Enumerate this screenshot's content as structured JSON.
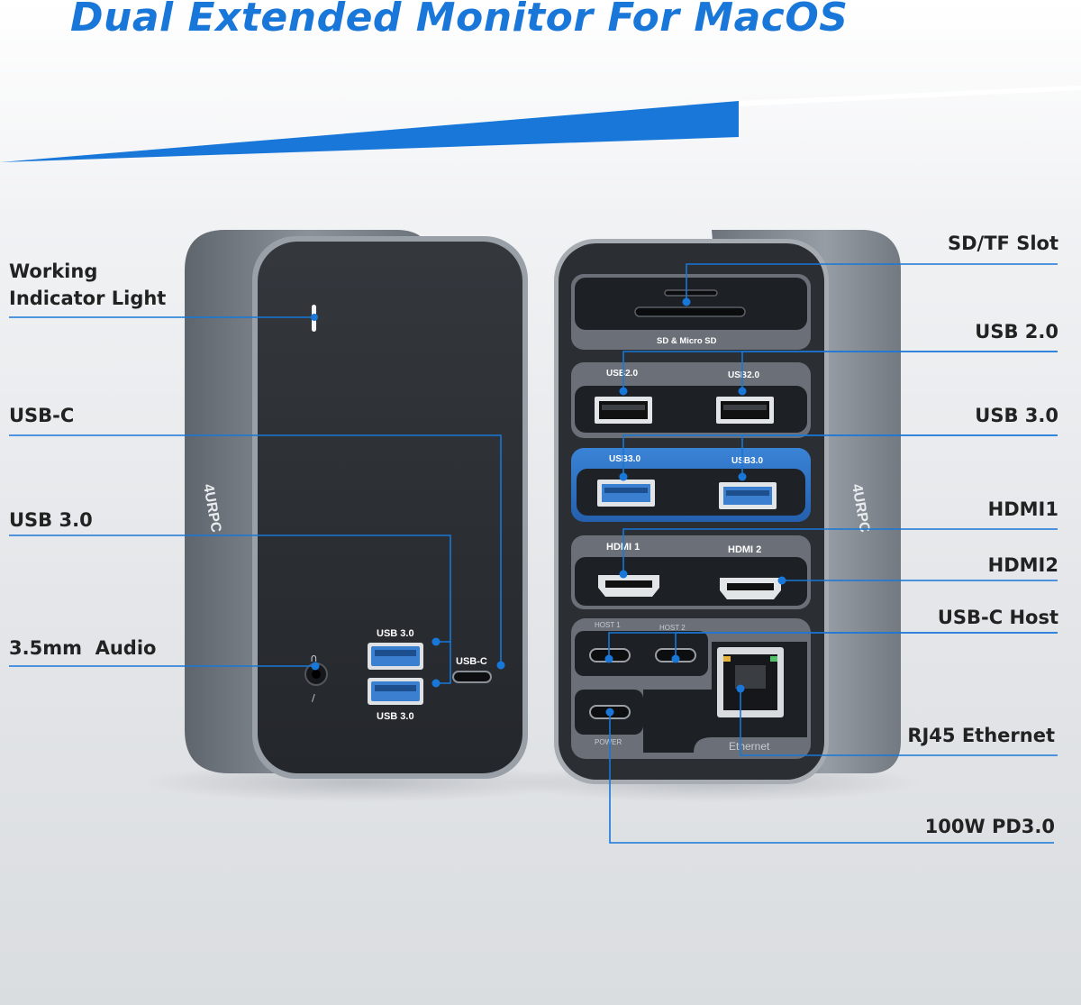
{
  "headline": "Dual Extended Monitor For MacOS",
  "colors": {
    "accent": "#1877d8",
    "dock_body": "#2c3035",
    "usb3_blue": "#2d73c4"
  },
  "callouts_left": [
    "Working\nIndicator Light",
    "USB-C",
    "USB 3.0",
    "3.5mm  Audio"
  ],
  "callouts_right": [
    "SD/TF Slot",
    "USB 2.0",
    "USB 3.0",
    "HDMI1",
    "HDMI2",
    "USB-C Host",
    "RJ45 Ethernet",
    "100W PD3.0"
  ],
  "front_panel": {
    "brand": "4URPC",
    "usb3_top": "USB 3.0",
    "usb3_bottom": "USB 3.0",
    "usbc": "USB-C"
  },
  "back_panel": {
    "brand": "4URPC",
    "sd_caption": "SD  &  Micro SD",
    "usb2_a": "USB2.0",
    "usb2_b": "USB2.0",
    "usb3_a": "USB3.0",
    "usb3_b": "USB3.0",
    "hdmi1": "HDMI 1",
    "hdmi2": "HDMI 2",
    "host1": "HOST 1",
    "host2": "HOST 2",
    "power": "POWER",
    "ethernet": "Ethernet"
  }
}
